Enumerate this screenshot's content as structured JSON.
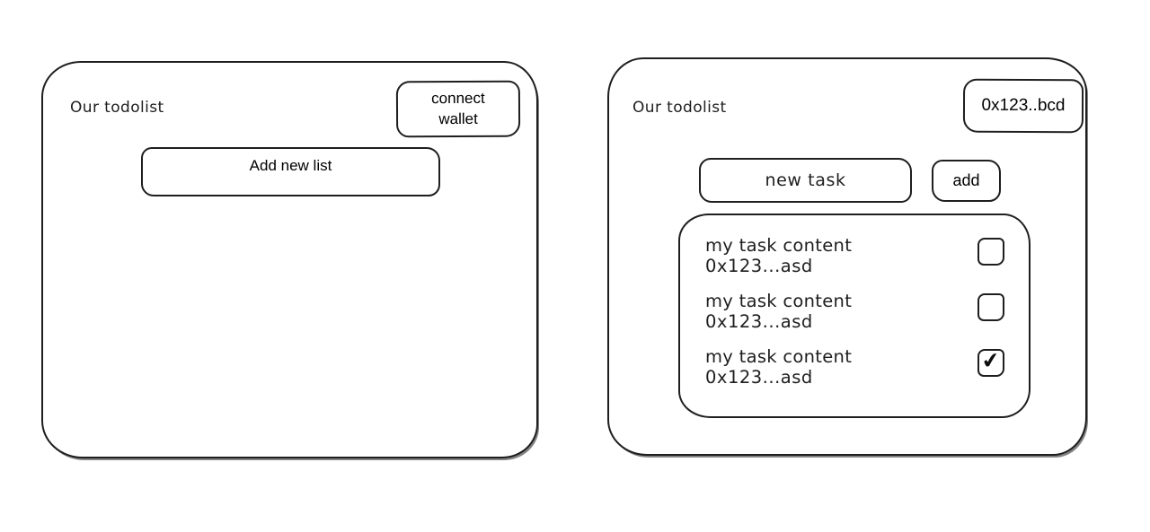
{
  "colors": {
    "stroke": "#1e1e1e",
    "background": "#ffffff"
  },
  "left_panel": {
    "title": "Our todolist",
    "connect_wallet_label": "connect wallet",
    "add_new_list_label": "Add new list"
  },
  "right_panel": {
    "title": "Our todolist",
    "wallet_address_label": "0x123..bcd",
    "new_task_value": "new task",
    "add_label": "add",
    "task_list": {
      "check_glyph": "✔",
      "tasks": [
        {
          "content": "my task content",
          "address": "0x123...asd",
          "checked": false
        },
        {
          "content": "my task content",
          "address": "0x123...asd",
          "checked": false
        },
        {
          "content": "my task content",
          "address": "0x123...asd",
          "checked": true
        }
      ]
    }
  }
}
